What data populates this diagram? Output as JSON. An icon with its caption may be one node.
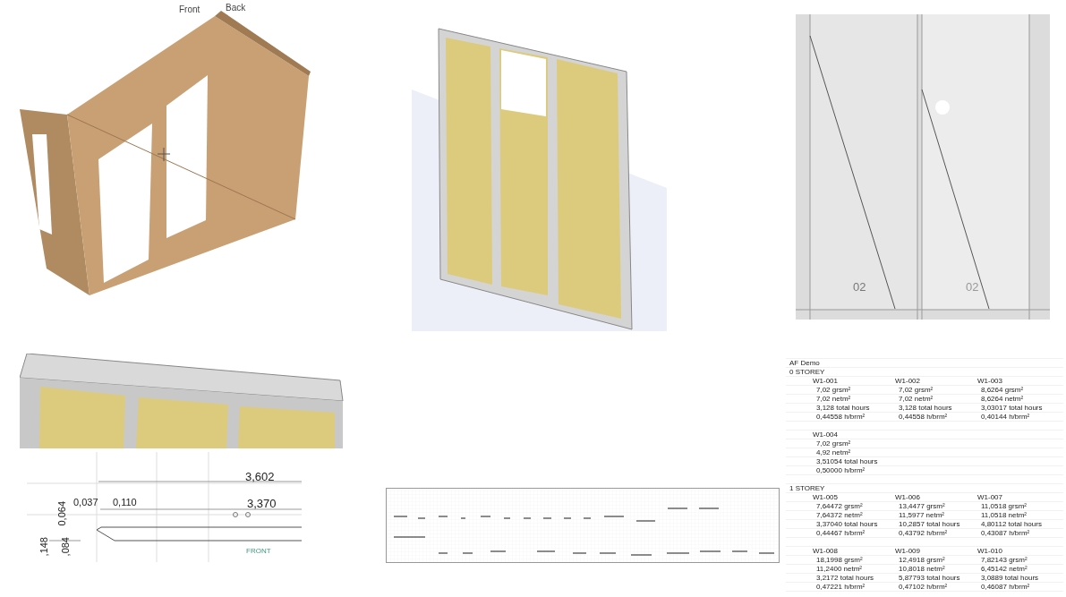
{
  "diagram": {
    "labels": [
      "Front",
      "Back",
      "02",
      "02",
      "3,602",
      "0,037",
      "0,110",
      "3,370",
      "0,064",
      ",148",
      ",084",
      "FRONT",
      "AF Demo",
      "0 STOREY",
      "W1-001",
      "W1-002",
      "W1-003",
      "7,02 grsm²",
      "7,02 grsm²",
      "8,6264 grsm²",
      "7,02 netm²",
      "7,02 netm²",
      "8,6264 netm²",
      "3,128 total hours",
      "3,128 total hours",
      "3,03017 total hours",
      "0,44558 h/brm²",
      "0,44558 h/brm²",
      "0,40144 h/brm²",
      "W1-004",
      "7,02 grsm²",
      "4,92 netm²",
      "3,51054 total hours",
      "0,50000 h/brm²",
      "1 STOREY",
      "W1-005",
      "W1-006",
      "W1-007",
      "7,64472 grsm²",
      "13,4477 grsm²",
      "11,0518 grsm²",
      "7,64372 netm²",
      "11,5977 netm²",
      "11,0518 netm²",
      "3,37040 total hours",
      "10,2857 total hours",
      "4,80112 total hours",
      "0,44467 h/brm²",
      "0,43792 h/brm²",
      "0,43087 h/brm²",
      "W1-008",
      "W1-009",
      "W1-010",
      "18,1998 grsm²",
      "12,4918 grsm²",
      "7,82143 grsm²",
      "11,2400 netm²",
      "10,8018 netm²",
      "6,45142 netm²",
      "3,2172 total hours",
      "5,87793 total hours",
      "3,0889 total hours",
      "0,47221 h/brm²",
      "0,47102 h/brm²",
      "0,46087 h/brm²"
    ]
  }
}
